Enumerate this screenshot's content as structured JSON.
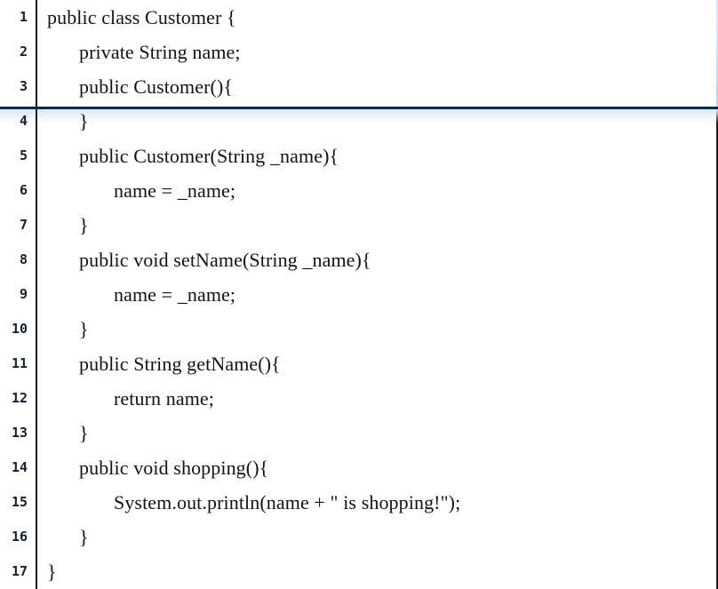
{
  "listing": {
    "language": "Java",
    "class_name": "Customer",
    "first_line_number": 1,
    "last_line_number": 17,
    "total_lines": 17,
    "highlight_divider_after_line": 3,
    "colors": {
      "background": "#ffffff",
      "code_text": "#131313",
      "line_number_text": "#16202c",
      "gutter_rule": "#1a1a1a",
      "divider_navy": "#0d2a4d",
      "divider_glow": "#d8e8f8",
      "right_rule": "#1a1a1a"
    },
    "lines": [
      {
        "number": "1",
        "indent": 0,
        "code": "public class Customer {"
      },
      {
        "number": "2",
        "indent": 1,
        "code": "private String name;"
      },
      {
        "number": "3",
        "indent": 1,
        "code": "public Customer(){"
      },
      {
        "number": "4",
        "indent": 1,
        "code": "}"
      },
      {
        "number": "5",
        "indent": 1,
        "code": "public Customer(String _name){"
      },
      {
        "number": "6",
        "indent": 2,
        "code": "name = _name;"
      },
      {
        "number": "7",
        "indent": 1,
        "code": "}"
      },
      {
        "number": "8",
        "indent": 1,
        "code": "public void setName(String _name){"
      },
      {
        "number": "9",
        "indent": 2,
        "code": "name = _name;"
      },
      {
        "number": "10",
        "indent": 1,
        "code": "}"
      },
      {
        "number": "11",
        "indent": 1,
        "code": "public String getName(){"
      },
      {
        "number": "12",
        "indent": 2,
        "code": "return name;"
      },
      {
        "number": "13",
        "indent": 1,
        "code": "}"
      },
      {
        "number": "14",
        "indent": 1,
        "code": "public void shopping(){"
      },
      {
        "number": "15",
        "indent": 2,
        "code": "System.out.println(name + \" is shopping!\");"
      },
      {
        "number": "16",
        "indent": 1,
        "code": "}"
      },
      {
        "number": "17",
        "indent": 0,
        "code": "}"
      }
    ]
  }
}
